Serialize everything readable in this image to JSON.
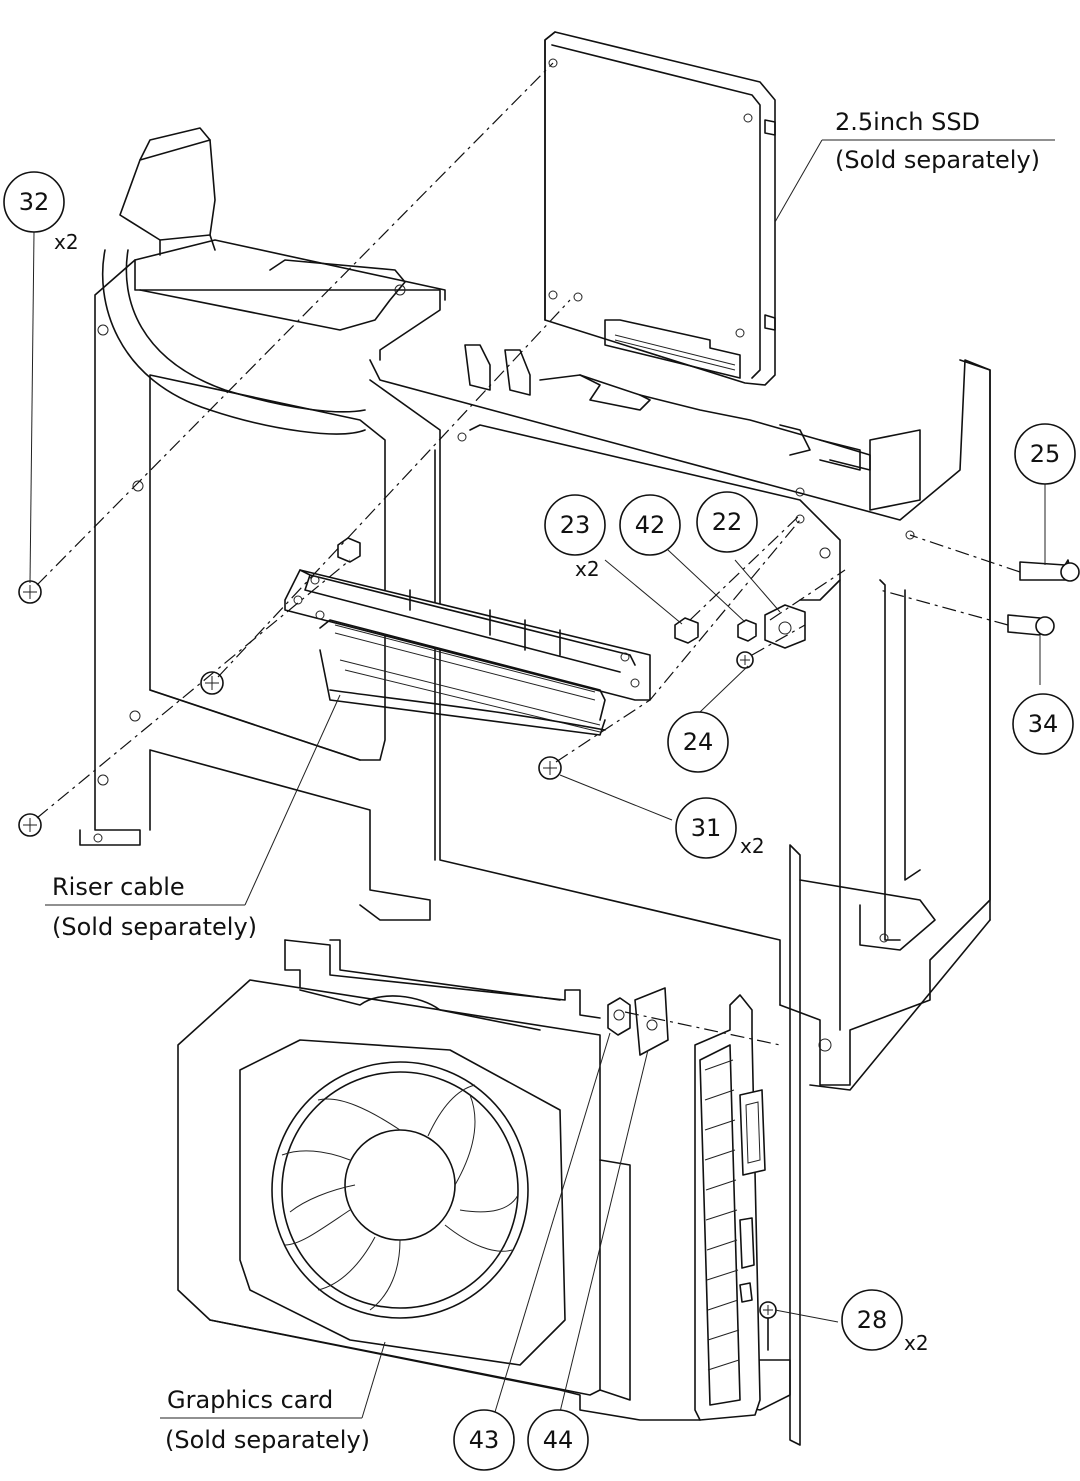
{
  "callouts": [
    {
      "id": "32",
      "qty": "x2"
    },
    {
      "id": "25",
      "qty": ""
    },
    {
      "id": "23",
      "qty": "x2"
    },
    {
      "id": "42",
      "qty": ""
    },
    {
      "id": "22",
      "qty": ""
    },
    {
      "id": "34",
      "qty": ""
    },
    {
      "id": "24",
      "qty": ""
    },
    {
      "id": "31",
      "qty": "x2"
    },
    {
      "id": "28",
      "qty": "x2"
    },
    {
      "id": "43",
      "qty": ""
    },
    {
      "id": "44",
      "qty": ""
    }
  ],
  "labels": {
    "ssd": {
      "name": "2.5inch SSD",
      "note": "(Sold separately)"
    },
    "riser": {
      "name": "Riser cable",
      "note": "(Sold separately)"
    },
    "gpu": {
      "name": "Graphics card",
      "note": "(Sold separately)"
    }
  }
}
